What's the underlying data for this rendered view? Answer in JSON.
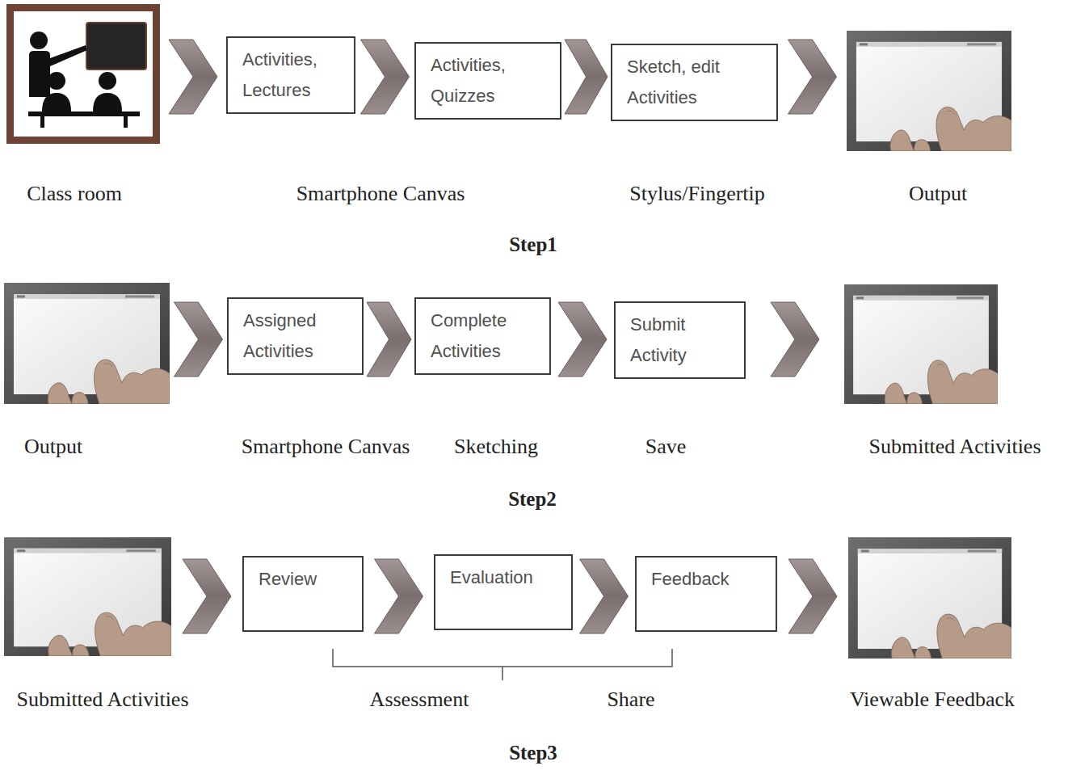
{
  "diagram": {
    "nodes": [
      {
        "text": [
          "Class room"
        ]
      },
      {
        "text": [
          "Activities, Lectures"
        ]
      },
      {
        "text": [
          "Activities, Quizzes"
        ]
      },
      {
        "text": [
          "Sketch, edit Activities"
        ]
      },
      {
        "text": [
          "Output"
        ]
      },
      {
        "text": [
          "Output"
        ]
      },
      {
        "text": [
          "Assigned Activities"
        ]
      },
      {
        "text": [
          "Complete Activities"
        ]
      },
      {
        "text": [
          "Submit Activity"
        ]
      },
      {
        "text": [
          "Submitted Activities"
        ]
      },
      {
        "text": [
          "Submitted Activities"
        ]
      },
      {
        "text": [
          "Review"
        ]
      },
      {
        "text": [
          "Evaluation"
        ]
      },
      {
        "text": [
          "Feedback"
        ]
      },
      {
        "text": [
          "Viewable Feedback"
        ]
      }
    ],
    "edges": [
      {
        "from": 0,
        "to": 1,
        "arrow": "to"
      },
      {
        "from": 1,
        "to": 2,
        "arrow": "to"
      },
      {
        "from": 2,
        "to": 3,
        "arrow": "to"
      },
      {
        "from": 3,
        "to": 4,
        "arrow": "to"
      },
      {
        "from": 5,
        "to": 6,
        "arrow": "to"
      },
      {
        "from": 6,
        "to": 7,
        "arrow": "to"
      },
      {
        "from": 7,
        "to": 8,
        "arrow": "to"
      },
      {
        "from": 8,
        "to": 9,
        "arrow": "to"
      },
      {
        "from": 10,
        "to": 11,
        "arrow": "to"
      },
      {
        "from": 11,
        "to": 12,
        "arrow": "to"
      },
      {
        "from": 12,
        "to": 13,
        "arrow": "to"
      },
      {
        "from": 13,
        "to": 14,
        "arrow": "to"
      }
    ],
    "labels": [
      "Smartphone Canvas",
      "Stylus/Fingertip",
      "Step1",
      "Smartphone Canvas",
      "Sketching",
      "Save",
      "Step2",
      "Assessment",
      "Share",
      "Step3"
    ]
  }
}
